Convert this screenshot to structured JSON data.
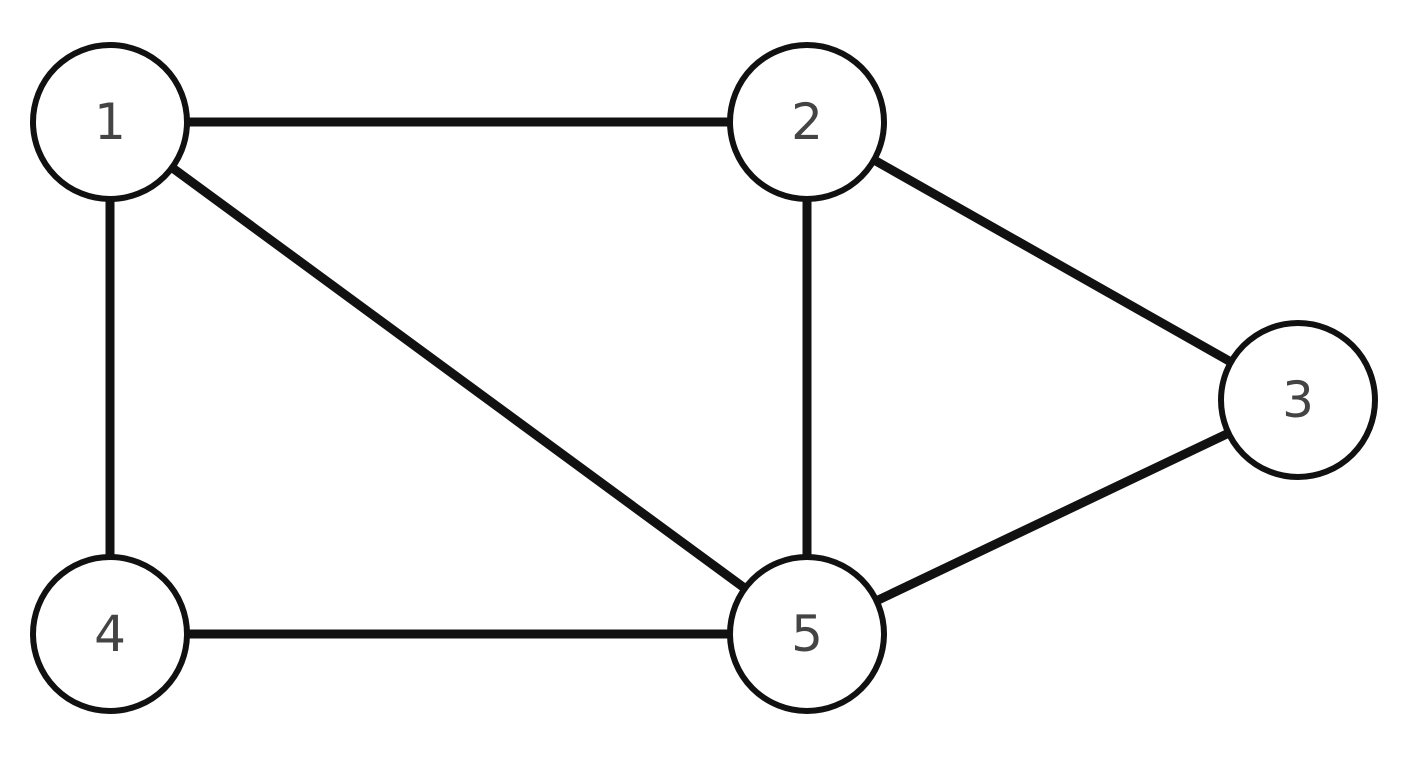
{
  "diagram": {
    "nodes": [
      {
        "id": "1",
        "label": "1"
      },
      {
        "id": "2",
        "label": "2"
      },
      {
        "id": "3",
        "label": "3"
      },
      {
        "id": "4",
        "label": "4"
      },
      {
        "id": "5",
        "label": "5"
      }
    ],
    "edges": [
      {
        "from": "1",
        "to": "2"
      },
      {
        "from": "1",
        "to": "4"
      },
      {
        "from": "1",
        "to": "5"
      },
      {
        "from": "2",
        "to": "5"
      },
      {
        "from": "2",
        "to": "3"
      },
      {
        "from": "3",
        "to": "5"
      },
      {
        "from": "4",
        "to": "5"
      }
    ],
    "colors": {
      "stroke": "#111111",
      "label": "#444444",
      "background": "#ffffff"
    }
  }
}
